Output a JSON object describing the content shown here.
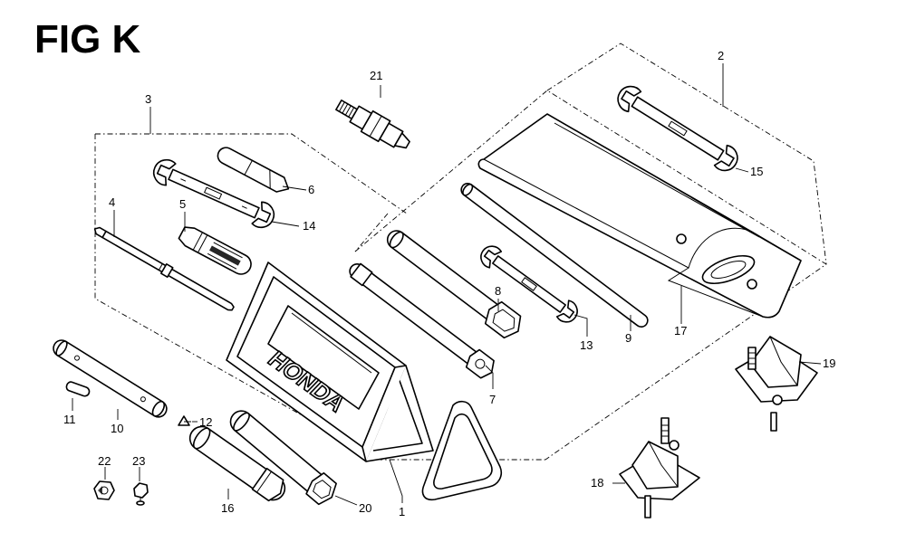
{
  "figure": {
    "title": "FIG K"
  },
  "brand_text": "HONDA",
  "callouts": {
    "p1": "1",
    "p2": "2",
    "p3": "3",
    "p4": "4",
    "p5": "5",
    "p6": "6",
    "p7": "7",
    "p8": "8",
    "p9": "9",
    "p10": "10",
    "p11": "11",
    "p12": "12",
    "p13": "13",
    "p14": "14",
    "p15": "15",
    "p16": "16",
    "p17": "17",
    "p18": "18",
    "p19": "19",
    "p20": "20",
    "p21": "21",
    "p22": "22",
    "p23": "23"
  }
}
